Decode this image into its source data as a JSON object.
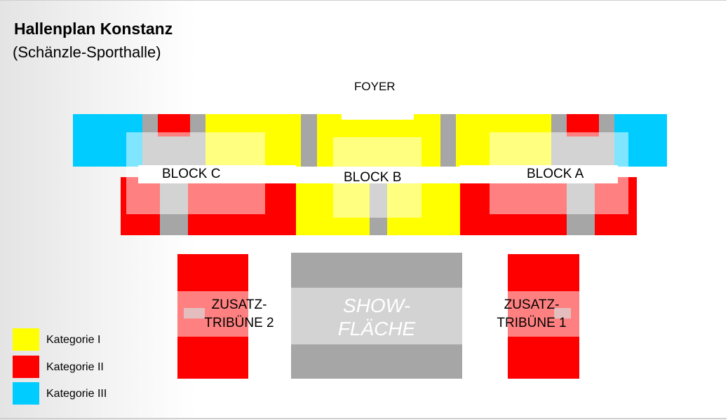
{
  "title": "Hallenplan Konstanz",
  "subtitle": "(Schänzle-Sporthalle)",
  "foyer_label": "FOYER",
  "blocks": {
    "block_a": "BLOCK A",
    "block_b": "BLOCK B",
    "block_c": "BLOCK C"
  },
  "zusatz_left": {
    "line1": "ZUSATZ-",
    "line2": "TRIBÜNE 2"
  },
  "zusatz_right": {
    "line1": "ZUSATZ-",
    "line2": "TRIBÜNE 1"
  },
  "show_area": {
    "line1": "SHOW-",
    "line2": "FLÄCHE"
  },
  "legend": [
    {
      "label": "Kategorie I",
      "color": "#ffff00"
    },
    {
      "label": "Kategorie II",
      "color": "#ff0000"
    },
    {
      "label": "Kategorie III",
      "color": "#00ccff"
    }
  ],
  "colors": {
    "category_1": "#ffff00",
    "category_2": "#ff0000",
    "category_3": "#00ccff",
    "aisle": "#a6a6a6",
    "show_floor": "#a6a6a6"
  }
}
